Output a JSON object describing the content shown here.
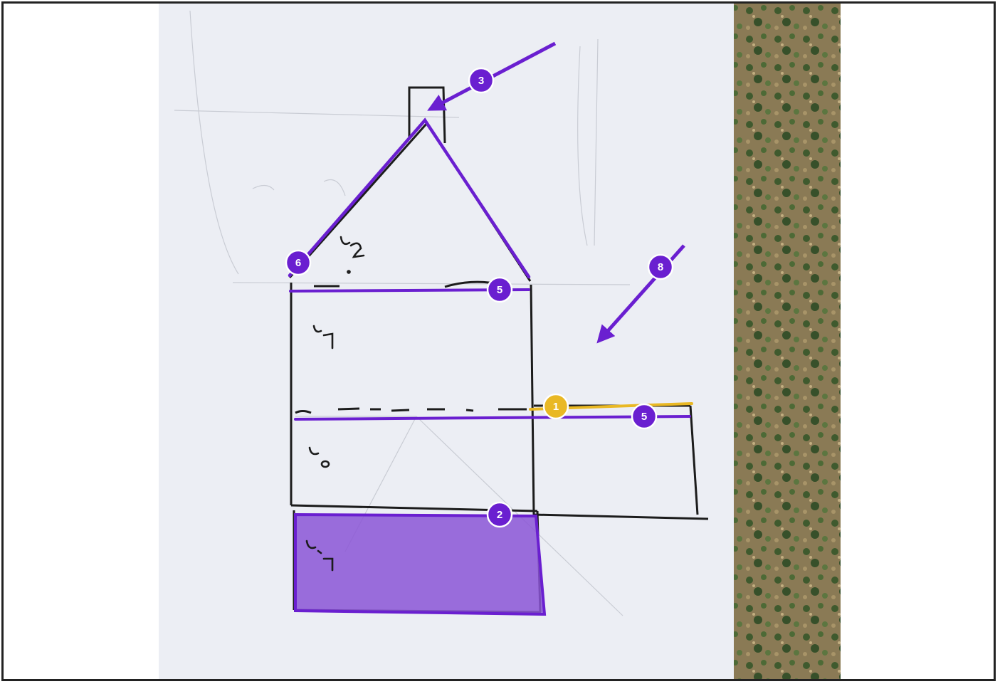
{
  "image": {
    "description_items": {
      "handwritten_marks": [
        "U2",
        "U7",
        "U0",
        "U-7"
      ]
    },
    "callouts": [
      {
        "id": "callout-1",
        "label": "1",
        "color": "#e9b824"
      },
      {
        "id": "callout-2",
        "label": "2",
        "color": "#6a1fd0"
      },
      {
        "id": "callout-3",
        "label": "3",
        "color": "#6a1fd0"
      },
      {
        "id": "callout-5a",
        "label": "5",
        "color": "#6a1fd0"
      },
      {
        "id": "callout-5b",
        "label": "5",
        "color": "#6a1fd0"
      },
      {
        "id": "callout-6",
        "label": "6",
        "color": "#6a1fd0"
      },
      {
        "id": "callout-8",
        "label": "8",
        "color": "#6a1fd0"
      }
    ]
  },
  "colors": {
    "annotation_purple": "#6a1fd0",
    "annotation_yellow": "#e9b824",
    "paper": "#eceef4",
    "ink": "#1c1c1c",
    "highlight_fill": "#8b55d6"
  }
}
